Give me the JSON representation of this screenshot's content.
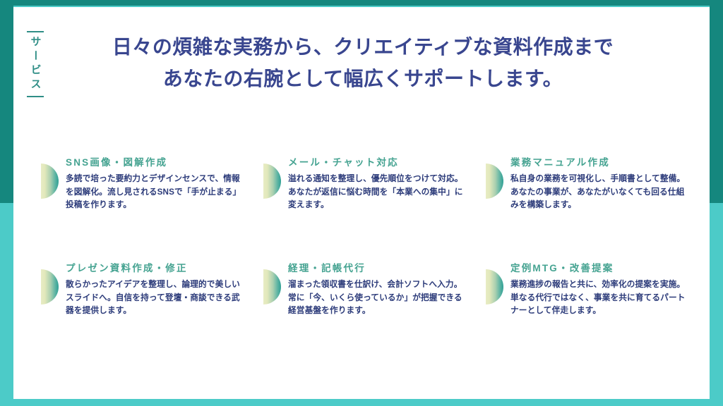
{
  "slide": {
    "section_label": "サービス",
    "headline_line1": "日々の煩雑な実務から、クリエイティブな資料作成まで",
    "headline_line2": "あなたの右腕として幅広くサポートします。"
  },
  "colors": {
    "border_dark_teal": "#15877e",
    "border_light_teal": "#4ccbc8",
    "headline_navy": "#39468f",
    "card_title_teal": "#45a391",
    "card_body_navy": "#2c3b7a",
    "shape_gradient_start": "#e8ecc4",
    "shape_gradient_end": "#2fa094"
  },
  "cards": [
    {
      "title": "SNS画像・図解作成",
      "description": "多読で培った要約力とデザインセンスで、情報を図解化。流し見されるSNSで「手が止まる」投稿を作ります。"
    },
    {
      "title": "メール・チャット対応",
      "description": "溢れる通知を整理し、優先順位をつけて対応。あなたが返信に悩む時間を「本業への集中」に変えます。"
    },
    {
      "title": "業務マニュアル作成",
      "description": "私自身の業務を可視化し、手順書として整備。あなたの事業が、あなたがいなくても回る仕組みを構築します。"
    },
    {
      "title": "プレゼン資料作成・修正",
      "description": "散らかったアイデアを整理し、論理的で美しいスライドへ。自信を持って登壇・商談できる武器を提供します。"
    },
    {
      "title": "経理・記帳代行",
      "description": "溜まった領収書を仕訳け、会計ソフトへ入力。常に「今、いくら使っているか」が把握できる経営基盤を作ります。"
    },
    {
      "title": "定例MTG・改善提案",
      "description": "業務進捗の報告と共に、効率化の提案を実施。単なる代行ではなく、事業を共に育てるパートナーとして伴走します。"
    }
  ]
}
